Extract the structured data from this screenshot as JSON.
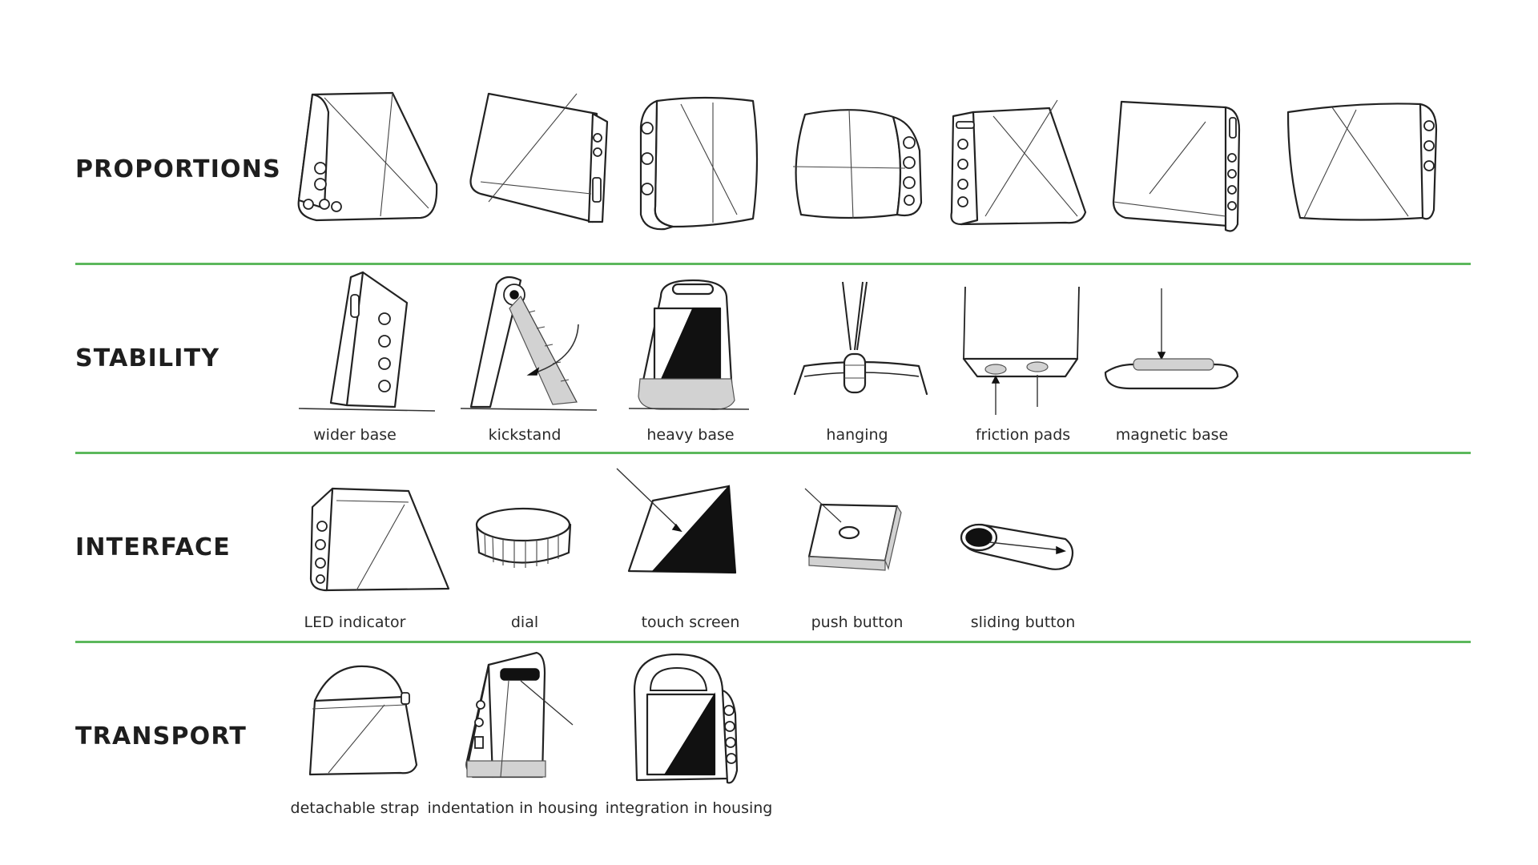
{
  "colors": {
    "divider": "#5cb85c",
    "ink": "#222222",
    "background": "#ffffff"
  },
  "sections": {
    "proportions": {
      "title": "PROPORTIONS"
    },
    "stability": {
      "title": "STABILITY",
      "items": [
        "wider base",
        "kickstand",
        "heavy base",
        "hanging",
        "friction pads",
        "magnetic base"
      ]
    },
    "interface": {
      "title": "INTERFACE",
      "items": [
        "LED indicator",
        "dial",
        "touch screen",
        "push button",
        "sliding button"
      ]
    },
    "transport": {
      "title": "TRANSPORT",
      "items": [
        "detachable strap",
        "indentation in housing",
        "integration in housing"
      ]
    }
  }
}
